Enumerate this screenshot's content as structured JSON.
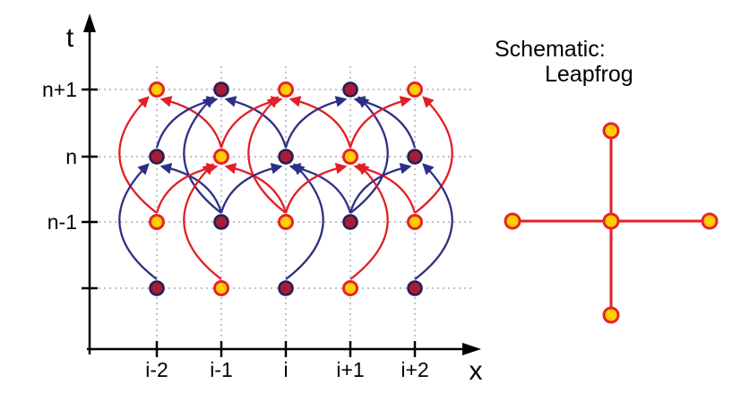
{
  "axes": {
    "t_label": "t",
    "x_label": "x",
    "row_tick_labels": [
      "n+1",
      "n",
      "n-1",
      ""
    ],
    "col_tick_labels": [
      "i-2",
      "i-1",
      "i",
      "i+1",
      "i+2"
    ]
  },
  "schematic": {
    "label_line1": "Schematic:",
    "label_line2": "Leapfrog",
    "stencil_points": [
      "center",
      "north",
      "south",
      "west",
      "east"
    ]
  },
  "colors": {
    "red_family": "#e31e25",
    "blue_family": "#2d2f87",
    "point_yellow_fill": "#ffcf00",
    "point_yellow_stroke": "#e8232a",
    "point_dark_fill": "#a81c35",
    "point_dark_stroke": "#241f54",
    "grid_dash": "#9a9a9a",
    "axis": "#000000"
  },
  "grid": {
    "columns": [
      "i-2",
      "i-1",
      "i",
      "i+1",
      "i+2"
    ],
    "rows": [
      "n+1",
      "n",
      "n-1",
      ""
    ],
    "points": [
      [
        "yellow",
        "dark",
        "yellow",
        "dark",
        "yellow"
      ],
      [
        "dark",
        "yellow",
        "dark",
        "yellow",
        "dark"
      ],
      [
        "yellow",
        "dark",
        "yellow",
        "dark",
        "yellow"
      ],
      [
        "dark",
        "yellow",
        "dark",
        "yellow",
        "dark"
      ]
    ]
  },
  "arrows": [
    {
      "from": [
        1,
        1
      ],
      "to": [
        0,
        0
      ],
      "family": "red",
      "kind": "neighbor"
    },
    {
      "from": [
        0,
        2
      ],
      "to": [
        0,
        0
      ],
      "family": "red",
      "kind": "long",
      "bulge": "left"
    },
    {
      "from": [
        0,
        1
      ],
      "to": [
        1,
        0
      ],
      "family": "blue",
      "kind": "neighbor"
    },
    {
      "from": [
        2,
        1
      ],
      "to": [
        1,
        0
      ],
      "family": "blue",
      "kind": "neighbor"
    },
    {
      "from": [
        1,
        2
      ],
      "to": [
        1,
        0
      ],
      "family": "blue",
      "kind": "long",
      "bulge": "left"
    },
    {
      "from": [
        1,
        1
      ],
      "to": [
        2,
        0
      ],
      "family": "red",
      "kind": "neighbor"
    },
    {
      "from": [
        3,
        1
      ],
      "to": [
        2,
        0
      ],
      "family": "red",
      "kind": "neighbor"
    },
    {
      "from": [
        2,
        2
      ],
      "to": [
        2,
        0
      ],
      "family": "red",
      "kind": "long",
      "bulge": "left"
    },
    {
      "from": [
        2,
        1
      ],
      "to": [
        3,
        0
      ],
      "family": "blue",
      "kind": "neighbor"
    },
    {
      "from": [
        4,
        1
      ],
      "to": [
        3,
        0
      ],
      "family": "blue",
      "kind": "neighbor"
    },
    {
      "from": [
        3,
        2
      ],
      "to": [
        3,
        0
      ],
      "family": "blue",
      "kind": "long",
      "bulge": "right"
    },
    {
      "from": [
        3,
        1
      ],
      "to": [
        4,
        0
      ],
      "family": "red",
      "kind": "neighbor"
    },
    {
      "from": [
        4,
        2
      ],
      "to": [
        4,
        0
      ],
      "family": "red",
      "kind": "long",
      "bulge": "right"
    },
    {
      "from": [
        1,
        2
      ],
      "to": [
        0,
        1
      ],
      "family": "blue",
      "kind": "neighbor"
    },
    {
      "from": [
        0,
        3
      ],
      "to": [
        0,
        1
      ],
      "family": "blue",
      "kind": "long",
      "bulge": "left"
    },
    {
      "from": [
        0,
        2
      ],
      "to": [
        1,
        1
      ],
      "family": "red",
      "kind": "neighbor"
    },
    {
      "from": [
        2,
        2
      ],
      "to": [
        1,
        1
      ],
      "family": "red",
      "kind": "neighbor"
    },
    {
      "from": [
        1,
        3
      ],
      "to": [
        1,
        1
      ],
      "family": "red",
      "kind": "long",
      "bulge": "left"
    },
    {
      "from": [
        1,
        2
      ],
      "to": [
        2,
        1
      ],
      "family": "blue",
      "kind": "neighbor"
    },
    {
      "from": [
        3,
        2
      ],
      "to": [
        2,
        1
      ],
      "family": "blue",
      "kind": "neighbor"
    },
    {
      "from": [
        2,
        3
      ],
      "to": [
        2,
        1
      ],
      "family": "blue",
      "kind": "long",
      "bulge": "right"
    },
    {
      "from": [
        2,
        2
      ],
      "to": [
        3,
        1
      ],
      "family": "red",
      "kind": "neighbor"
    },
    {
      "from": [
        4,
        2
      ],
      "to": [
        3,
        1
      ],
      "family": "red",
      "kind": "neighbor"
    },
    {
      "from": [
        3,
        3
      ],
      "to": [
        3,
        1
      ],
      "family": "red",
      "kind": "long",
      "bulge": "right"
    },
    {
      "from": [
        3,
        2
      ],
      "to": [
        4,
        1
      ],
      "family": "blue",
      "kind": "neighbor"
    },
    {
      "from": [
        4,
        3
      ],
      "to": [
        4,
        1
      ],
      "family": "blue",
      "kind": "long",
      "bulge": "right"
    }
  ]
}
